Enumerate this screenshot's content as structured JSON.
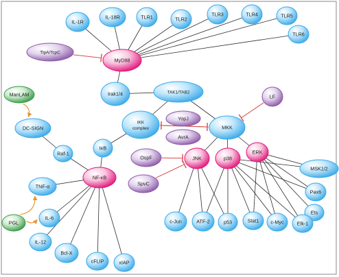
{
  "colors": {
    "blue": "#39a9e8",
    "blue_light": "#bfe6fb",
    "pink": "#e0157a",
    "pink_light": "#f9c4de",
    "purple": "#8b5aa6",
    "purple_light": "#e3d4ee",
    "green": "#3a9a4a",
    "green_light": "#cdeccf",
    "inhibit": "#d94a4a",
    "activate": "#e8932c",
    "edge": "#2b2b2b"
  },
  "nodes": [
    {
      "id": "il1r",
      "label": "IL-1R",
      "style": "blue"
    },
    {
      "id": "il18r",
      "label": "IL-18R",
      "style": "blue"
    },
    {
      "id": "tlr1",
      "label": "TLR1",
      "style": "blue"
    },
    {
      "id": "tlr2",
      "label": "TLR2",
      "style": "blue"
    },
    {
      "id": "tlr3",
      "label": "TLR3",
      "style": "blue"
    },
    {
      "id": "tlr4",
      "label": "TLR4",
      "style": "blue"
    },
    {
      "id": "tlr5",
      "label": "TLR5",
      "style": "blue"
    },
    {
      "id": "tlr6",
      "label": "TLR6",
      "style": "blue"
    },
    {
      "id": "tlpa",
      "label": "TlpA/TcpC",
      "style": "purple"
    },
    {
      "id": "myd88",
      "label": "MyD88",
      "style": "pink"
    },
    {
      "id": "irak",
      "label": "Irak1/4",
      "style": "blue"
    },
    {
      "id": "tak",
      "label": "TAK1/TAB2",
      "style": "blue"
    },
    {
      "id": "lf",
      "label": "LF",
      "style": "purple"
    },
    {
      "id": "manlam",
      "label": "ManLAM",
      "style": "green"
    },
    {
      "id": "dcsign",
      "label": "DC-SIGN",
      "style": "blue"
    },
    {
      "id": "ikk",
      "label": "IKK complex",
      "style": "blue"
    },
    {
      "id": "yopj",
      "label": "YopJ",
      "style": "purple"
    },
    {
      "id": "avra",
      "label": "AvrA",
      "style": "purple"
    },
    {
      "id": "mkk",
      "label": "MKK",
      "style": "blue"
    },
    {
      "id": "raf1",
      "label": "Raf-1",
      "style": "blue"
    },
    {
      "id": "ikb",
      "label": "IκB",
      "style": "blue"
    },
    {
      "id": "ospf",
      "label": "OspF",
      "style": "purple"
    },
    {
      "id": "jnk",
      "label": "JNK",
      "style": "pink"
    },
    {
      "id": "p38",
      "label": "p38",
      "style": "pink"
    },
    {
      "id": "erk",
      "label": "ERK",
      "style": "pink"
    },
    {
      "id": "msk",
      "label": "MSK1/2",
      "style": "blue"
    },
    {
      "id": "nfkb",
      "label": "NF-κB",
      "style": "pink"
    },
    {
      "id": "sptc",
      "label": "SpvC",
      "style": "purple"
    },
    {
      "id": "tnf",
      "label": "TNF-α",
      "style": "blue"
    },
    {
      "id": "pax6",
      "label": "Pax6",
      "style": "blue"
    },
    {
      "id": "ets",
      "label": "Ets",
      "style": "blue"
    },
    {
      "id": "il6",
      "label": "IL-6",
      "style": "blue"
    },
    {
      "id": "pgl",
      "label": "PGL",
      "style": "green"
    },
    {
      "id": "cjun",
      "label": "c-Jun",
      "style": "blue"
    },
    {
      "id": "atf2",
      "label": "ATF-2",
      "style": "blue"
    },
    {
      "id": "p53",
      "label": "p53",
      "style": "blue"
    },
    {
      "id": "stat1",
      "label": "Stat1",
      "style": "blue"
    },
    {
      "id": "cmyc",
      "label": "c-Myc",
      "style": "blue"
    },
    {
      "id": "elk1",
      "label": "Elk-1",
      "style": "blue"
    },
    {
      "id": "il12",
      "label": "IL-12",
      "style": "blue"
    },
    {
      "id": "bclx",
      "label": "Bcl-X",
      "style": "blue"
    },
    {
      "id": "cflip",
      "label": "cFLIP",
      "style": "blue"
    },
    {
      "id": "xiap",
      "label": "xIAP",
      "style": "blue"
    }
  ],
  "edges": [
    [
      "myd88",
      "il1r"
    ],
    [
      "myd88",
      "il18r"
    ],
    [
      "myd88",
      "tlr1"
    ],
    [
      "myd88",
      "tlr2"
    ],
    [
      "myd88",
      "tlr3"
    ],
    [
      "myd88",
      "tlr4"
    ],
    [
      "myd88",
      "tlr5"
    ],
    [
      "myd88",
      "tlr6"
    ],
    [
      "myd88",
      "irak"
    ],
    [
      "irak",
      "tak"
    ],
    [
      "tak",
      "ikk"
    ],
    [
      "tak",
      "mkk"
    ],
    [
      "dcsign",
      "raf1"
    ],
    [
      "raf1",
      "nfkb"
    ],
    [
      "ikk",
      "ikb"
    ],
    [
      "ikb",
      "nfkb"
    ],
    [
      "nfkb",
      "tnf"
    ],
    [
      "nfkb",
      "il6"
    ],
    [
      "nfkb",
      "il12"
    ],
    [
      "nfkb",
      "bclx"
    ],
    [
      "nfkb",
      "cflip"
    ],
    [
      "nfkb",
      "xiap"
    ],
    [
      "mkk",
      "jnk"
    ],
    [
      "mkk",
      "p38"
    ],
    [
      "mkk",
      "erk"
    ],
    [
      "jnk",
      "cjun"
    ],
    [
      "jnk",
      "atf2"
    ],
    [
      "jnk",
      "p53"
    ],
    [
      "p38",
      "atf2"
    ],
    [
      "p38",
      "p53"
    ],
    [
      "p38",
      "stat1"
    ],
    [
      "p38",
      "cmyc"
    ],
    [
      "p38",
      "elk1"
    ],
    [
      "p38",
      "msk"
    ],
    [
      "p38",
      "pax6"
    ],
    [
      "erk",
      "msk"
    ],
    [
      "erk",
      "pax6"
    ],
    [
      "erk",
      "ets"
    ],
    [
      "erk",
      "elk1"
    ],
    [
      "erk",
      "cmyc"
    ],
    [
      "erk",
      "stat1"
    ]
  ],
  "inhibitions": [
    [
      "tlpa",
      "myd88"
    ],
    [
      "lf",
      "mkk"
    ],
    [
      "ikk",
      "mkk"
    ],
    [
      "mkk",
      "ikk"
    ],
    [
      "ospf",
      "jnk"
    ],
    [
      "sptc",
      "jnk"
    ]
  ],
  "activations": [
    [
      "manlam",
      "dcsign"
    ],
    [
      "pgl",
      "tnf"
    ],
    [
      "pgl",
      "il6"
    ]
  ]
}
